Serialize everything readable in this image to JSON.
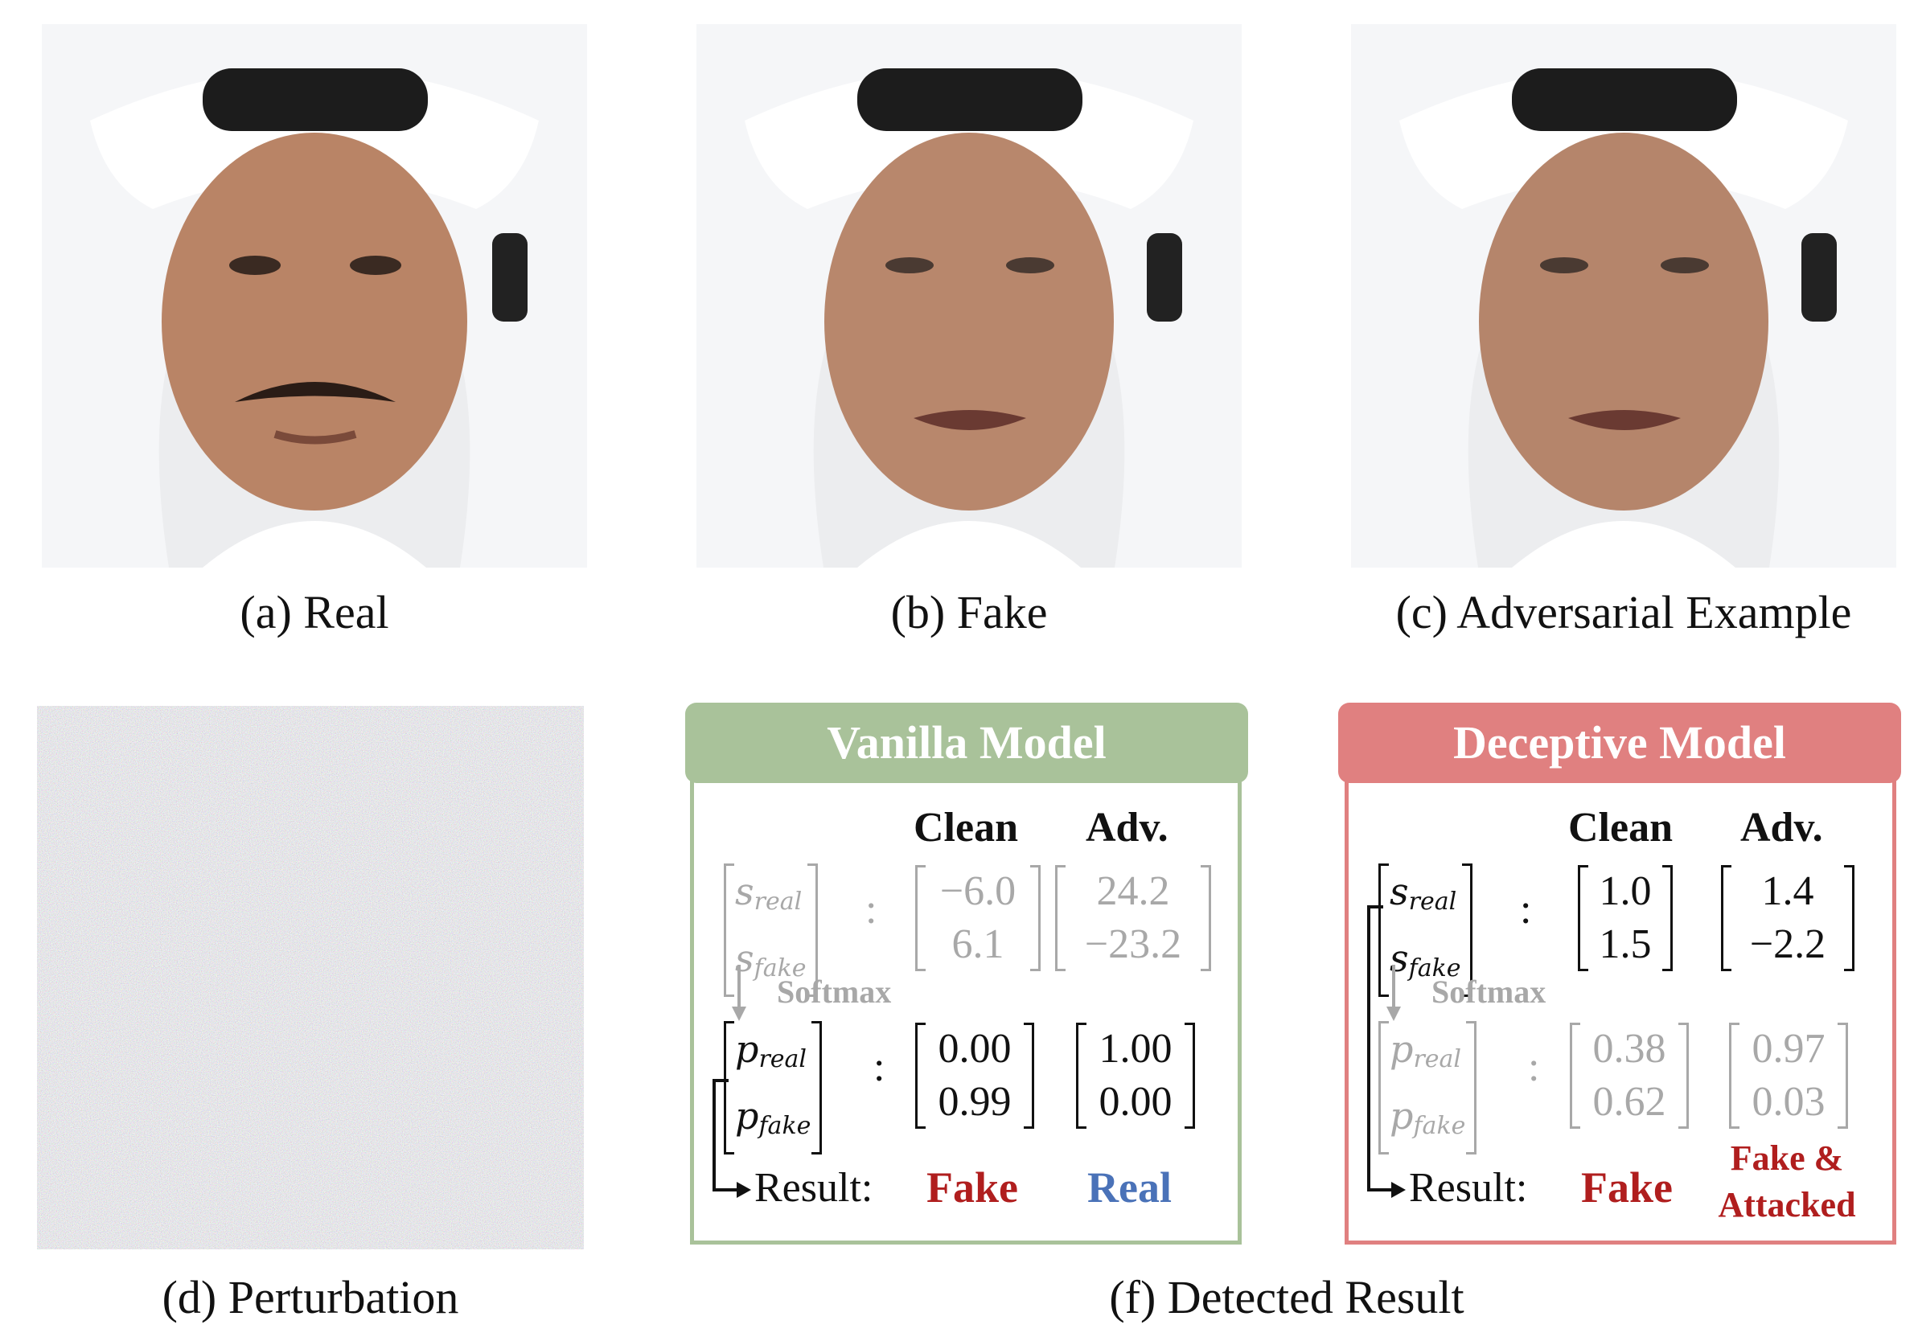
{
  "captions": {
    "a": "(a) Real",
    "b": "(b) Fake",
    "c": "(c) Adversarial Example",
    "d": "(d) Perturbation",
    "f": "(f) Detected Result"
  },
  "vanilla": {
    "title": "Vanilla Model",
    "col_clean": "Clean",
    "col_adv": "Adv.",
    "logits": {
      "clean": [
        "−6.0",
        "6.1"
      ],
      "adv": [
        "24.2",
        "−23.2"
      ]
    },
    "softmax": "Softmax",
    "probs": {
      "clean": [
        "0.00",
        "0.99"
      ],
      "adv": [
        "1.00",
        "0.00"
      ]
    },
    "result_label": "Result:",
    "result_clean": "Fake",
    "result_adv": "Real"
  },
  "deceptive": {
    "title": "Deceptive Model",
    "col_clean": "Clean",
    "col_adv": "Adv.",
    "logits": {
      "clean": [
        "1.0",
        "1.5"
      ],
      "adv": [
        "1.4",
        "−2.2"
      ]
    },
    "softmax": "Softmax",
    "probs": {
      "clean": [
        "0.38",
        "0.62"
      ],
      "adv": [
        "0.97",
        "0.03"
      ]
    },
    "result_label": "Result:",
    "result_clean": "Fake",
    "result_adv_line1": "Fake &",
    "result_adv_line2": "Attacked"
  },
  "symbols": {
    "s": "s",
    "p": "p",
    "real": "real",
    "fake": "fake",
    "colon": ":"
  },
  "colors": {
    "vanilla_green": "#a9c29a",
    "deceptive_red": "#e08080",
    "fake_red": "#b01e1e",
    "real_blue": "#4a72b8",
    "dim_gray": "#a8a8a8"
  }
}
